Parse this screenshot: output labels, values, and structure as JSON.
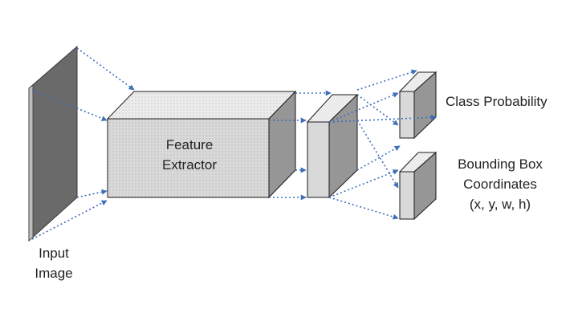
{
  "diagram": {
    "input_label": [
      "Input",
      "Image"
    ],
    "feature_extractor_label": [
      "Feature",
      "Extractor"
    ],
    "class_head_label": "Class Probability",
    "bbox_head_label": [
      "Bounding Box",
      "Coordinates",
      "(x, y, w, h)"
    ]
  },
  "colors": {
    "block_front": "#d9d9d9",
    "block_top": "#ececec",
    "block_side": "#969696",
    "input_plane": "#6a6a6a",
    "edge": "#1a1a1a",
    "arrow": "#3f6fba"
  }
}
